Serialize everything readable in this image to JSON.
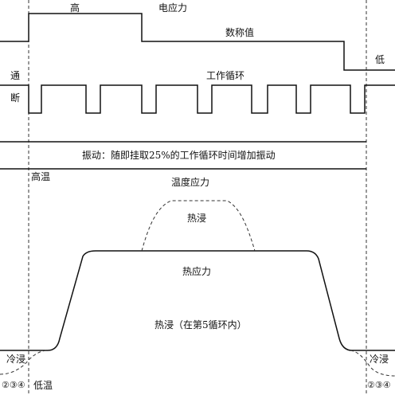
{
  "voltage_stress": {
    "high": "高",
    "title": "电应力",
    "nominal": "数称值",
    "low": "低"
  },
  "power_cycle": {
    "on": "通",
    "off": "断",
    "title": "工作循环"
  },
  "vibration": {
    "text": "振动：随即挂取25%的工作循环时间增加振动"
  },
  "temperature": {
    "high_temp": "高温",
    "title": "温度应力",
    "hot_soak": "热浸",
    "thermal_stress": "热应力",
    "hot_soak_note": "热浸（在第5循环内）",
    "cold_soak": "冷浸",
    "cold_soak_marks": "②③④",
    "low_temp": "低温"
  }
}
